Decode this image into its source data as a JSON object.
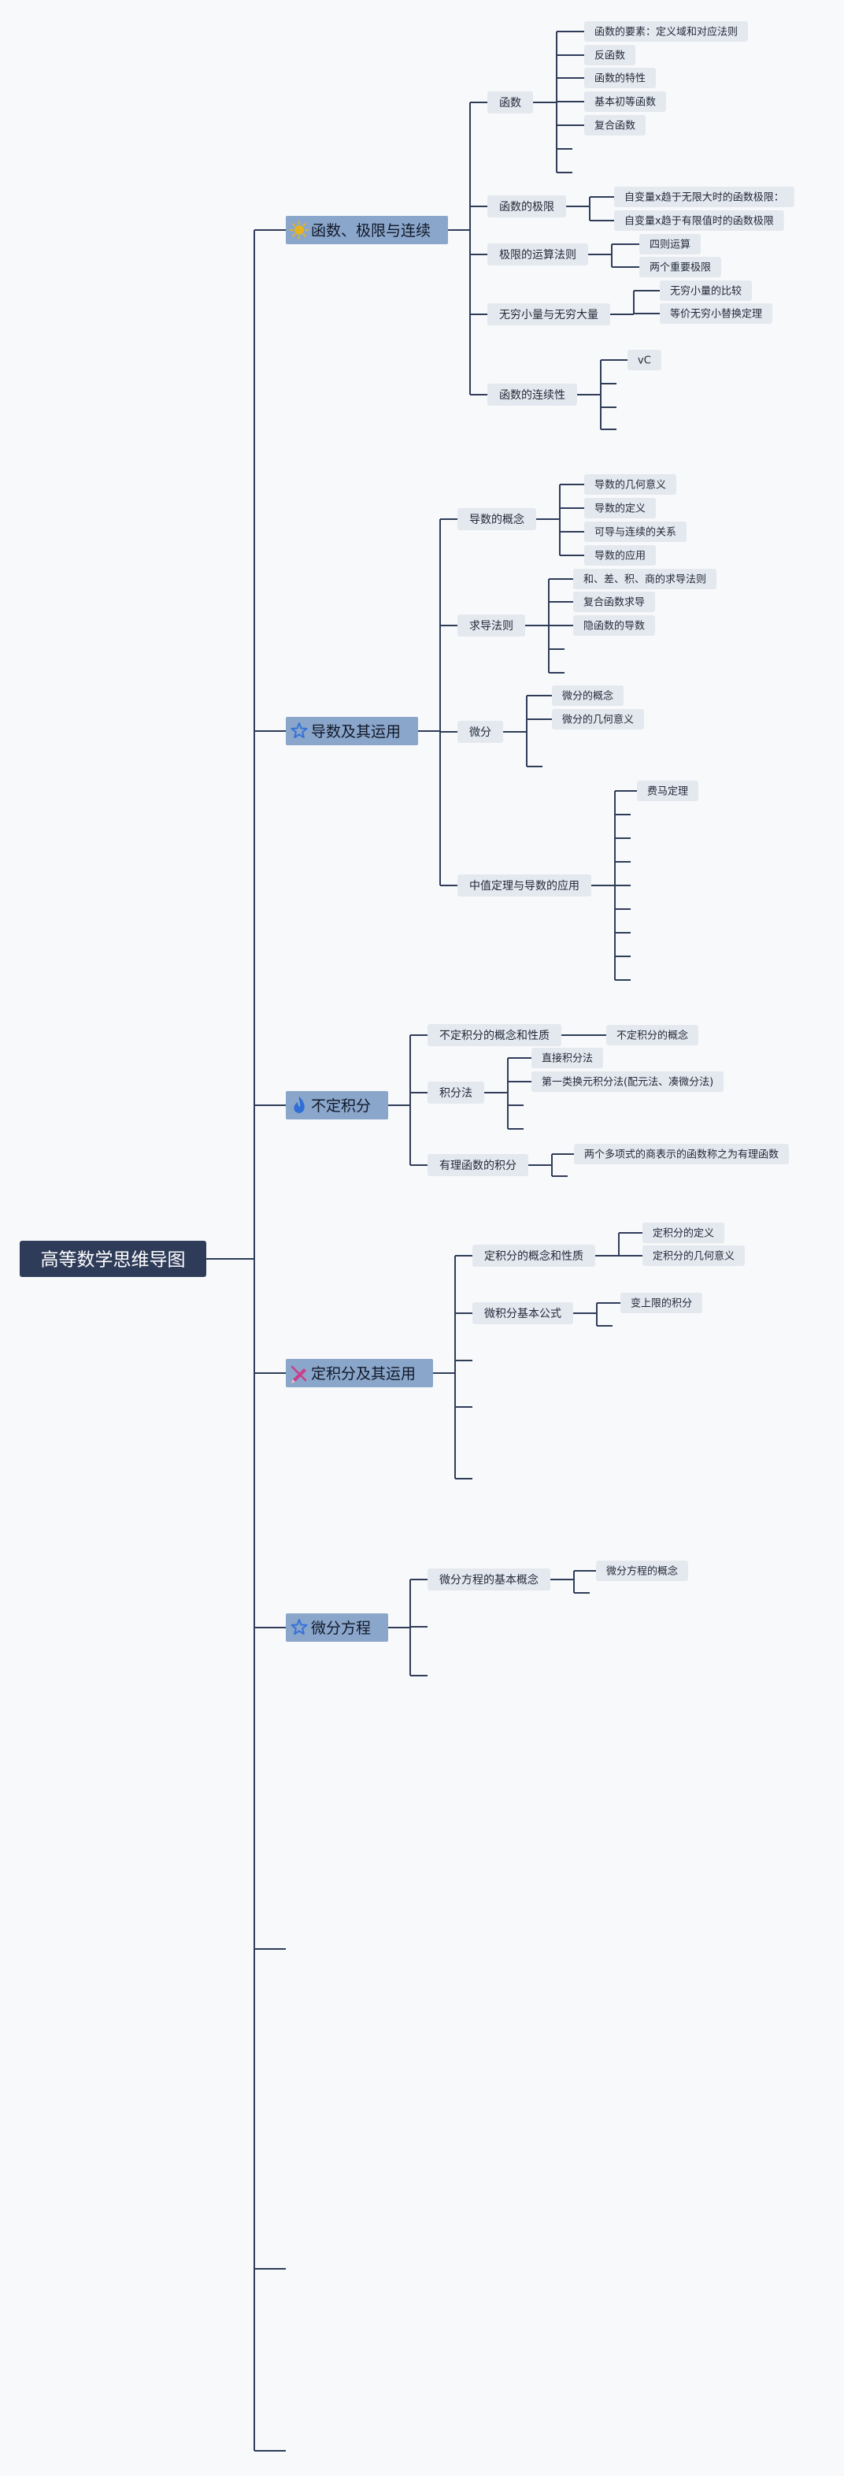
{
  "root": "高等数学思维导图",
  "colors": {
    "background": "#f8f9fa",
    "line": "#2f3c59",
    "root_fill": "#2f3c59",
    "root_text": "#ffffff",
    "main_fill": "#8aa6cb",
    "main_text": "#111827",
    "node_fill": "#e4e8ef",
    "node_text": "#1f2937",
    "icon_sun": "#e6b41e",
    "icon_star": "#3572d6",
    "icon_flame": "#2f6fd6",
    "icon_pencil": "#c93e8a"
  },
  "branches": [
    {
      "label": "函数、极限与连续",
      "icon": "sun-icon",
      "children": [
        {
          "label": "函数",
          "children": [
            {
              "label": "函数的要素：定义域和对应法则"
            },
            {
              "label": "反函数"
            },
            {
              "label": "函数的特性"
            },
            {
              "label": "基本初等函数"
            },
            {
              "label": "复合函数"
            },
            {
              "label": ""
            },
            {
              "label": ""
            }
          ]
        },
        {
          "label": "函数的极限",
          "children": [
            {
              "label": "自变量x趋于无限大时的函数极限："
            },
            {
              "label": "自变量x趋于有限值时的函数极限"
            }
          ]
        },
        {
          "label": "极限的运算法则",
          "children": [
            {
              "label": "四则运算"
            },
            {
              "label": "两个重要极限"
            }
          ]
        },
        {
          "label": "无穷小量与无穷大量",
          "children": [
            {
              "label": "无穷小量的比较"
            },
            {
              "label": "等价无穷小替换定理"
            }
          ]
        },
        {
          "label": "函数的连续性",
          "children": [
            {
              "label": "vC"
            },
            {
              "label": ""
            },
            {
              "label": ""
            },
            {
              "label": ""
            }
          ]
        }
      ]
    },
    {
      "label": "导数及其运用",
      "icon": "star-icon",
      "children": [
        {
          "label": "导数的概念",
          "children": [
            {
              "label": "导数的几何意义"
            },
            {
              "label": "导数的定义"
            },
            {
              "label": "可导与连续的关系"
            },
            {
              "label": "导数的应用"
            }
          ]
        },
        {
          "label": "求导法则",
          "children": [
            {
              "label": "和、差、积、商的求导法则"
            },
            {
              "label": "复合函数求导"
            },
            {
              "label": "隐函数的导数"
            },
            {
              "label": ""
            },
            {
              "label": ""
            }
          ]
        },
        {
          "label": "微分",
          "children": [
            {
              "label": "微分的概念"
            },
            {
              "label": "微分的几何意义"
            },
            {
              "label": ""
            }
          ]
        },
        {
          "label": "中值定理与导数的应用",
          "children": [
            {
              "label": "费马定理"
            },
            {
              "label": ""
            },
            {
              "label": ""
            },
            {
              "label": ""
            },
            {
              "label": ""
            },
            {
              "label": ""
            },
            {
              "label": ""
            },
            {
              "label": ""
            },
            {
              "label": ""
            }
          ]
        }
      ]
    },
    {
      "label": "不定积分",
      "icon": "flame-icon",
      "children": [
        {
          "label": "不定积分的概念和性质",
          "children": [
            {
              "label": "不定积分的概念"
            }
          ]
        },
        {
          "label": "积分法",
          "children": [
            {
              "label": "直接积分法"
            },
            {
              "label": "第一类换元积分法(配元法、凑微分法)"
            },
            {
              "label": ""
            },
            {
              "label": ""
            }
          ]
        },
        {
          "label": "有理函数的积分",
          "children": [
            {
              "label": "两个多项式的商表示的函数称之为有理函数"
            },
            {
              "label": ""
            }
          ]
        }
      ]
    },
    {
      "label": "定积分及其运用",
      "icon": "pencil-icon",
      "children": [
        {
          "label": "定积分的概念和性质",
          "children": [
            {
              "label": "定积分的定义"
            },
            {
              "label": "定积分的几何意义"
            }
          ]
        },
        {
          "label": "微积分基本公式",
          "children": [
            {
              "label": "变上限的积分"
            },
            {
              "label": ""
            }
          ]
        },
        {
          "label": ""
        },
        {
          "label": ""
        },
        {
          "label": ""
        }
      ]
    },
    {
      "label": "微分方程",
      "icon": "star-icon",
      "children": [
        {
          "label": "微分方程的基本概念",
          "children": [
            {
              "label": "微分方程的概念"
            },
            {
              "label": ""
            }
          ]
        },
        {
          "label": ""
        },
        {
          "label": ""
        }
      ]
    },
    {
      "label": ""
    },
    {
      "label": ""
    },
    {
      "label": ""
    }
  ]
}
